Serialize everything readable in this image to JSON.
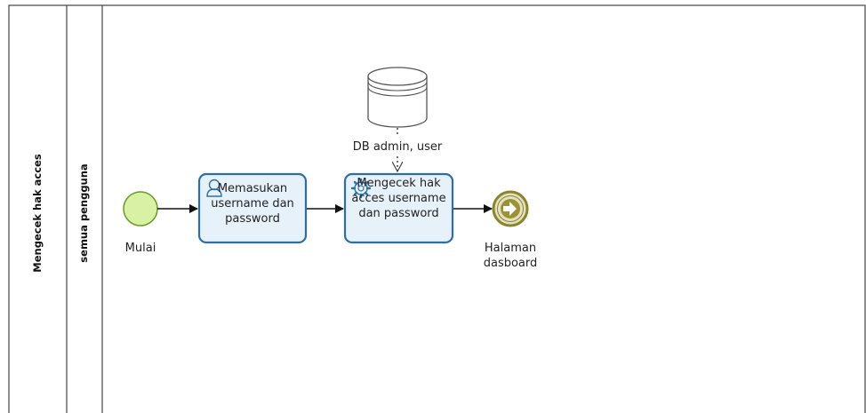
{
  "pool": {
    "label": "Mengecek hak acces"
  },
  "lane": {
    "label": "semua pengguna"
  },
  "start_event": {
    "label": "Mulai"
  },
  "task1": {
    "label": "Memasukan username dan password",
    "icon": "user-icon"
  },
  "task2": {
    "label": "Mengecek hak acces username dan password",
    "icon": "gear-icon"
  },
  "data_store": {
    "label": "DB admin, user"
  },
  "end_event": {
    "label": "Halaman dasboard",
    "icon": "arrow-right-icon"
  },
  "colors": {
    "task_border": "#2f6f9f",
    "task_fill": "#e6f1fa",
    "start_fill": "#d9f1a5",
    "start_border": "#6a9a2a",
    "end_fill": "#e4e1c0",
    "end_border": "#8a8430",
    "end_inner": "#9a9235"
  }
}
